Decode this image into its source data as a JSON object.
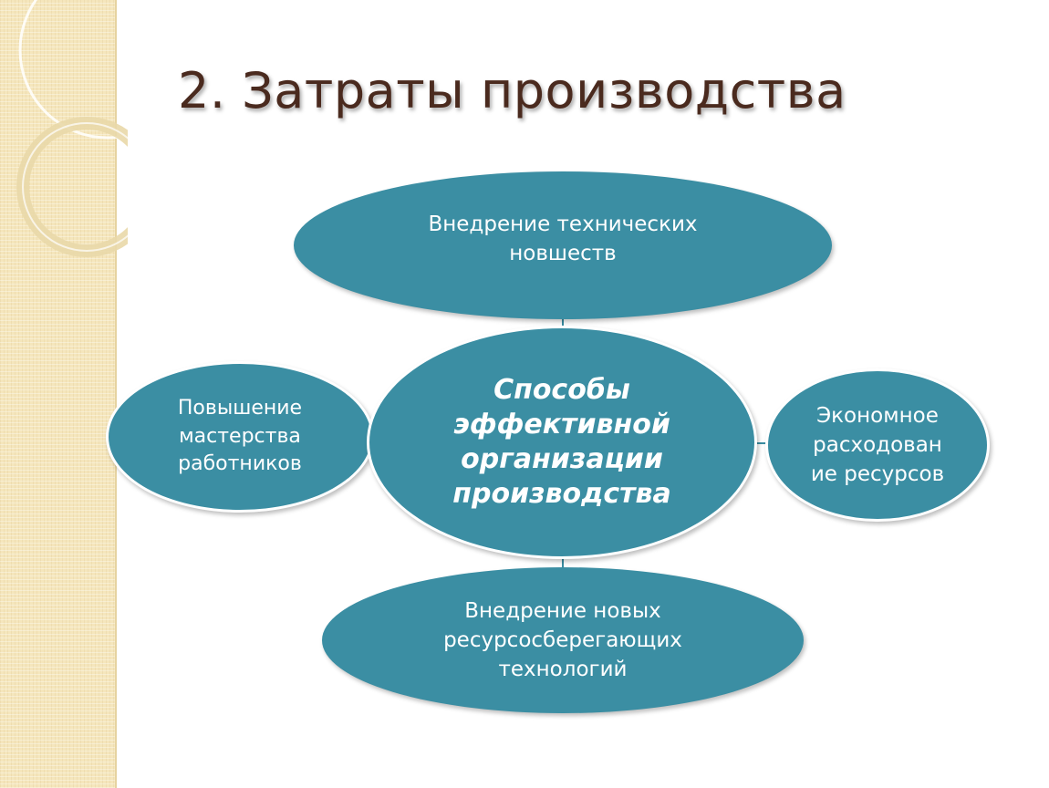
{
  "slide": {
    "title": "2. Затраты производства"
  },
  "diagram": {
    "center": {
      "label": "Способы\nэффективной\nорганизации\nпроизводства"
    },
    "top": {
      "label": "Внедрение технических\nновшеств"
    },
    "left": {
      "label": "Повышение\nмастерства\nработников"
    },
    "right": {
      "label": "Экономное\nрасходован\nие ресурсов"
    },
    "bottom": {
      "label": "Внедрение новых\nресурсосберегающих\nтехнологий"
    }
  },
  "colors": {
    "node_fill": "#3b8ea3",
    "node_text": "#ffffff",
    "title_text": "#4a2a1e",
    "side_band": "#f5e6bc"
  }
}
